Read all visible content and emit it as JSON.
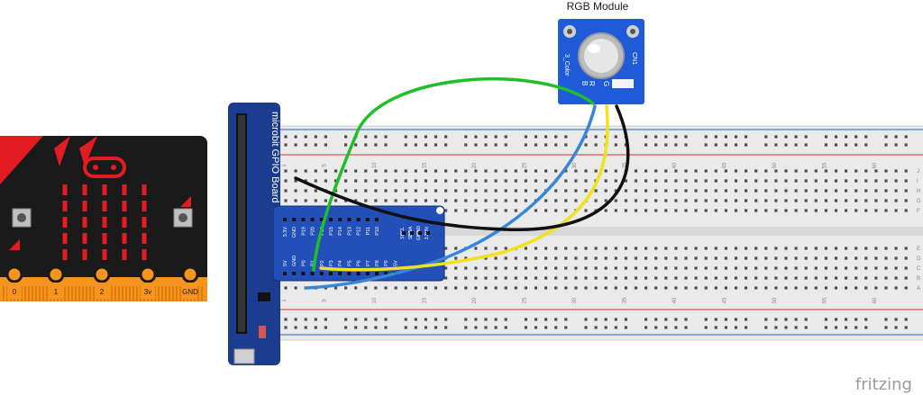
{
  "module": {
    "title": "RGB Module",
    "pins": [
      "B",
      "R",
      "G",
      "-"
    ],
    "left_text": "3_Color",
    "right_text": "CN1"
  },
  "gpio_board": {
    "title": "microbit GPIO Board",
    "pins_top": [
      "3.3V",
      "GND",
      "P19",
      "P20",
      "P16",
      "P15",
      "P14",
      "P13",
      "P12",
      "P11",
      "P10"
    ],
    "pins_mid": [
      "SCL",
      "SDA",
      "GND",
      "3.3V"
    ],
    "pins_mid2": [
      "SCL",
      "SDA",
      "GND",
      "3.3V"
    ],
    "pins_bottom": [
      "5V",
      "GND",
      "P0",
      "P1",
      "P2",
      "P3",
      "P4",
      "P5",
      "P6",
      "P7",
      "P8",
      "P9",
      "5V"
    ]
  },
  "microbit": {
    "pads": [
      "0",
      "1",
      "2",
      "3v",
      "GND"
    ]
  },
  "breadboard": {
    "column_numbers": [
      "1",
      "5",
      "10",
      "15",
      "20",
      "25",
      "30",
      "35",
      "40",
      "45",
      "50",
      "55",
      "60"
    ],
    "row_letters_top": [
      "J",
      "I",
      "H",
      "G",
      "F"
    ],
    "row_letters_bottom": [
      "E",
      "D",
      "C",
      "B",
      "A"
    ]
  },
  "colors": {
    "microbit_body": "#1a1a1a",
    "microbit_red": "#e31b23",
    "microbit_pads": "#f7941d",
    "gpio_board": "#1c3d8f",
    "expander": "#2350b8",
    "module": "#1f5bd8",
    "wire_green": "#1fbf2a",
    "wire_blue": "#3a86d6",
    "wire_yellow": "#f2e21c",
    "wire_black": "#111111",
    "rail_red": "#d9534f",
    "rail_blue": "#4a7fd4"
  },
  "watermark": "fritzing"
}
